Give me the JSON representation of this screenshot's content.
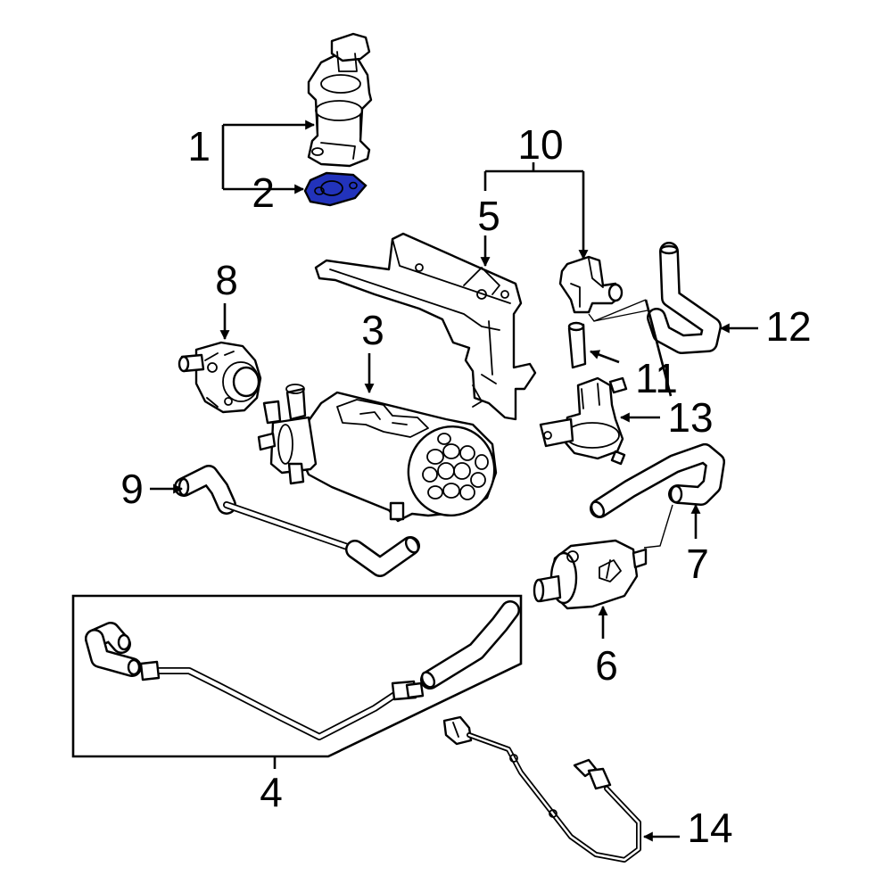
{
  "colors": {
    "line": "#000000",
    "background": "#ffffff",
    "highlighted_part": "#2233bb"
  },
  "callouts": {
    "c1": "1",
    "c2": "2",
    "c3": "3",
    "c4": "4",
    "c5": "5",
    "c6": "6",
    "c7": "7",
    "c8": "8",
    "c9": "9",
    "c10": "10",
    "c11": "11",
    "c12": "12",
    "c13": "13",
    "c14": "14"
  }
}
